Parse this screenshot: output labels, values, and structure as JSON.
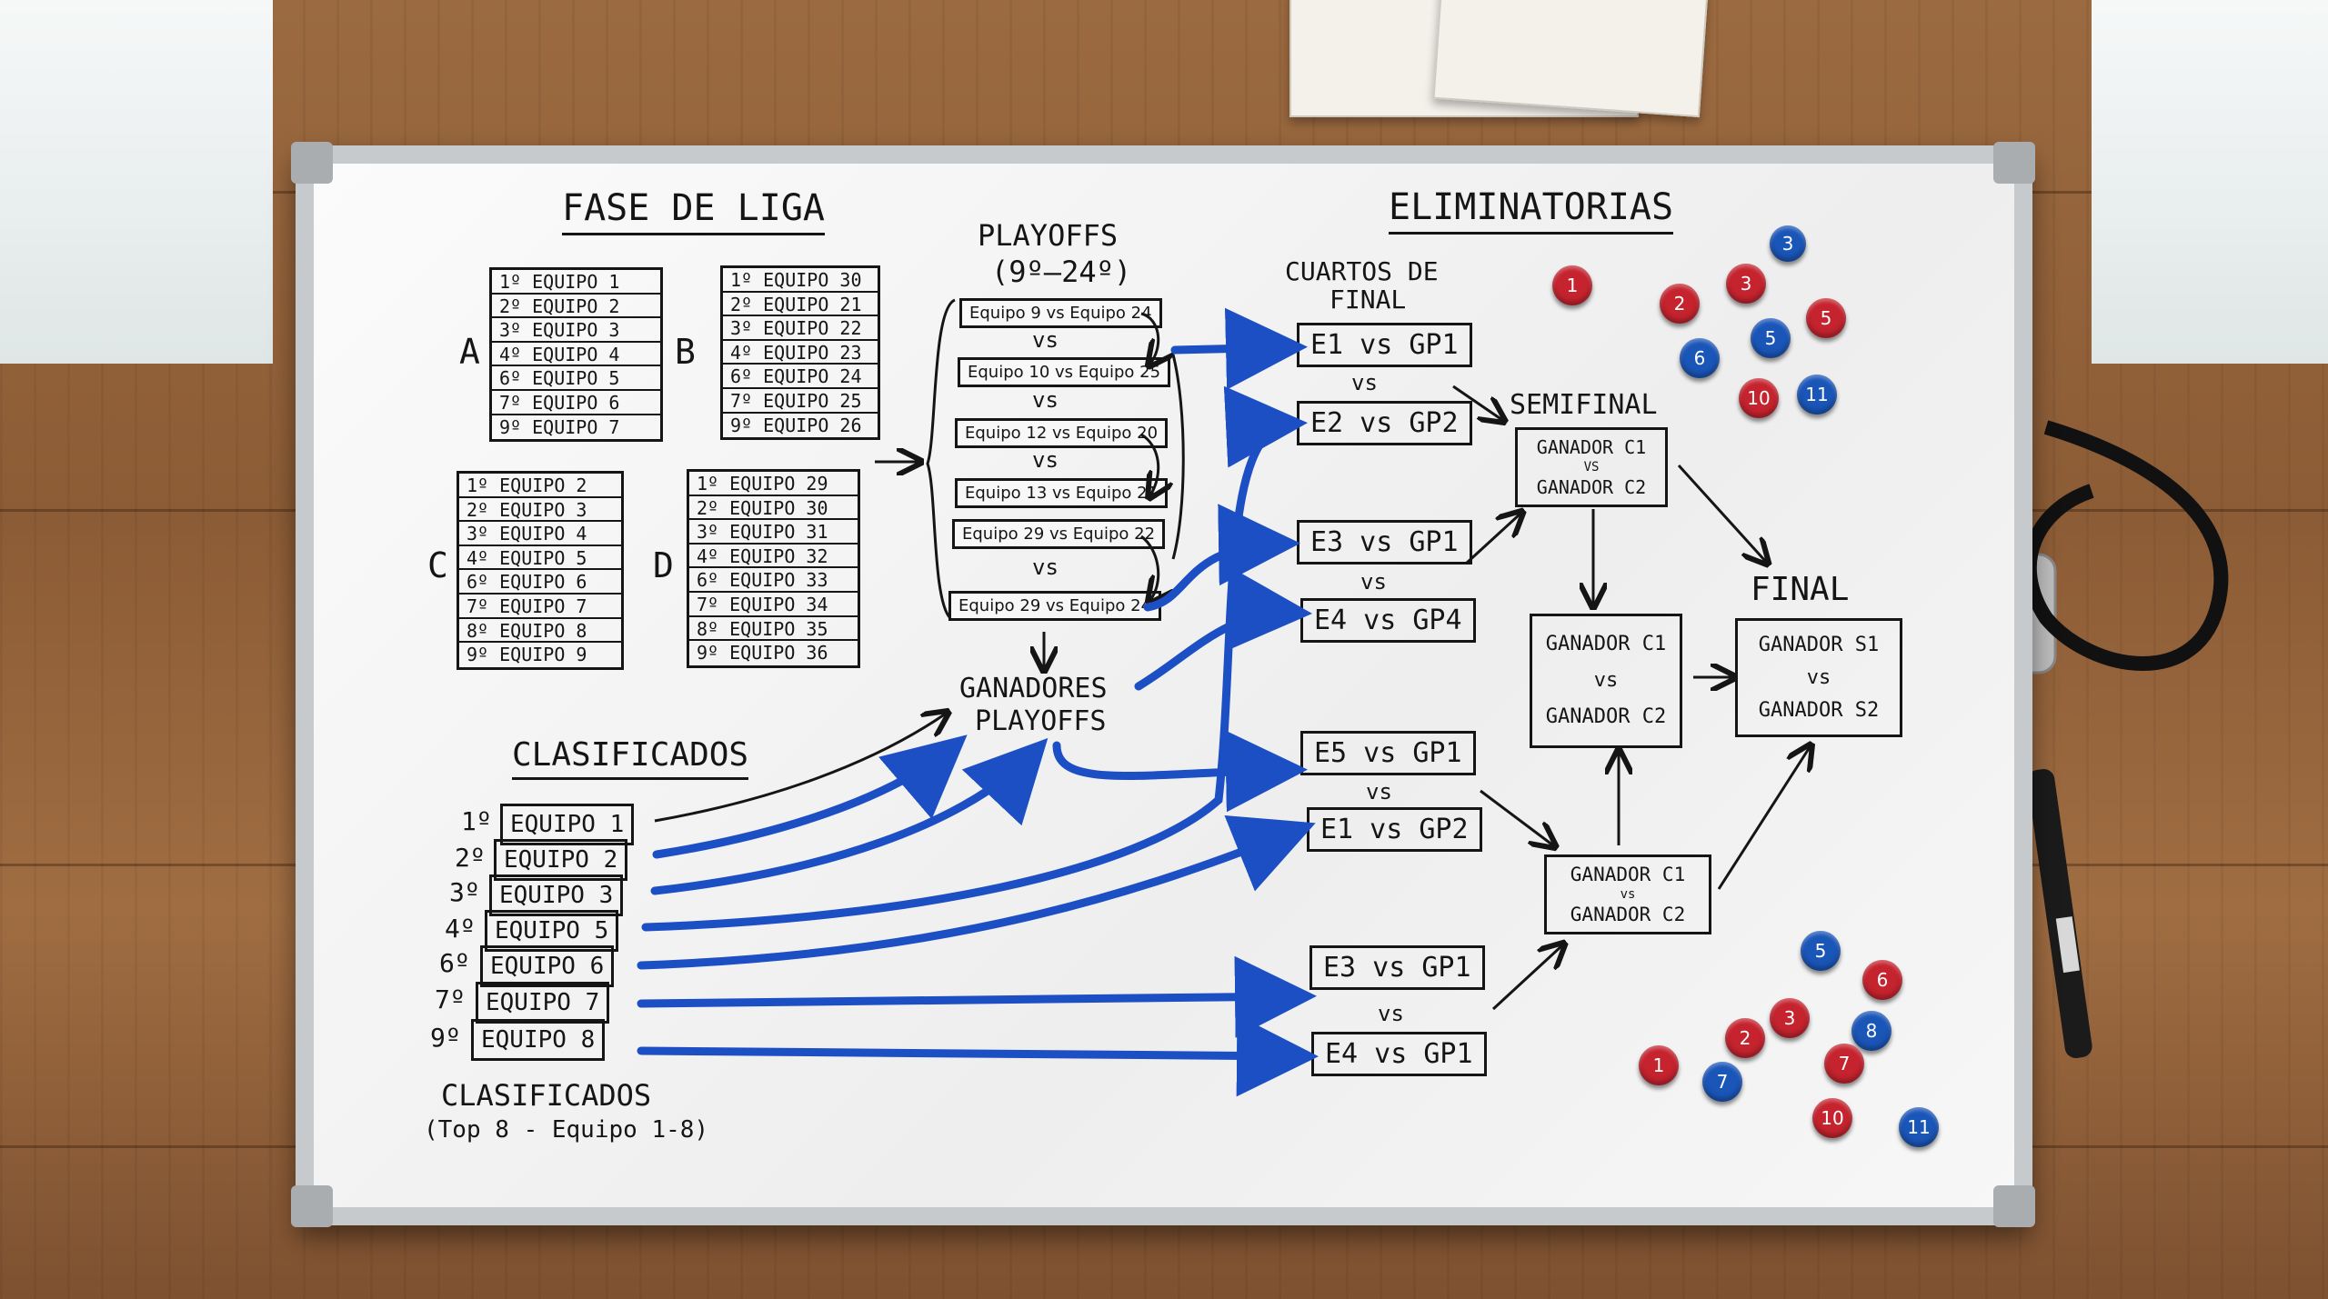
{
  "fase_liga": {
    "title": "FASE DE LIGA",
    "groups": [
      {
        "letter": "A",
        "rows": [
          "1º EQUIPO 1",
          "2º EQUIPO 2",
          "3º EQUIPO 3",
          "4º EQUIPO 4",
          "6º EQUIPO 5",
          "7º EQUIPO 6",
          "9º EQUIPO 7"
        ]
      },
      {
        "letter": "B",
        "rows": [
          "1º EQUIPO 30",
          "2º EQUIPO 21",
          "3º EQUIPO 22",
          "4º EQUIPO 23",
          "6º EQUIPO 24",
          "7º EQUIPO 25",
          "9º EQUIPO 26"
        ]
      },
      {
        "letter": "C",
        "rows": [
          "1º EQUIPO 2",
          "2º EQUIPO 3",
          "3º EQUIPO 4",
          "4º EQUIPO 5",
          "6º EQUIPO 6",
          "7º EQUIPO 7",
          "8º EQUIPO 8",
          "9º EQUIPO 9"
        ]
      },
      {
        "letter": "D",
        "rows": [
          "1º EQUIPO 29",
          "2º EQUIPO 30",
          "3º EQUIPO 31",
          "4º EQUIPO 32",
          "6º EQUIPO 33",
          "7º EQUIPO 34",
          "8º EQUIPO 35",
          "9º EQUIPO 36"
        ]
      }
    ]
  },
  "playoffs": {
    "title": "PLAYOFFS",
    "subtitle": "(9º–24º)",
    "matches": [
      "Equipo 9 vs Equipo 24",
      "Equipo 10 vs Equipo 25",
      "Equipo 12 vs Equipo 20",
      "Equipo 13 vs Equipo 21",
      "Equipo 29 vs Equipo 22",
      "Equipo 29 vs Equipo 24"
    ],
    "vs_label": "vs",
    "winners_line1": "GANADORES",
    "winners_line2": "PLAYOFFS"
  },
  "eliminatorias": {
    "title": "ELIMINATORIAS",
    "cuartos_line1": "CUARTOS DE",
    "cuartos_line2": "FINAL",
    "quarters": [
      [
        "E1 vs GP1",
        "E2 vs GP2"
      ],
      [
        "E3 vs GP1",
        "E4 vs GP4"
      ],
      [
        "E5 vs GP1",
        "E1 vs GP2"
      ],
      [
        "E3 vs GP1",
        "E4 vs GP1"
      ]
    ],
    "semifinal_label": "SEMIFINAL",
    "semi_boxes": [
      {
        "a": "GANADOR C1",
        "vs": "VS",
        "b": "GANADOR C2"
      },
      {
        "a": "GANADOR C1",
        "vs": "vs",
        "b": "GANADOR C2"
      },
      {
        "a": "GANADOR C1",
        "vs": "vs",
        "b": "GANADOR C2"
      }
    ],
    "final_label": "FINAL",
    "final_box": {
      "a": "GANADOR S1",
      "vs": "vs",
      "b": "GANADOR S2"
    }
  },
  "clasificados": {
    "title": "CLASIFICADOS",
    "ranks": [
      "1º",
      "2º",
      "3º",
      "4º",
      "6º",
      "7º",
      "9º"
    ],
    "teams": [
      "EQUIPO 1",
      "EQUIPO 2",
      "EQUIPO 3",
      "EQUIPO 5",
      "EQUIPO 6",
      "EQUIPO 7",
      "EQUIPO 8"
    ],
    "footer_title": "CLASIFICADOS",
    "footer_sub": "(Top 8 - Equipo 1-8)"
  },
  "magnets_top": [
    {
      "n": "1",
      "color": "red"
    },
    {
      "n": "3",
      "color": "blue"
    },
    {
      "n": "2",
      "color": "red"
    },
    {
      "n": "3",
      "color": "red"
    },
    {
      "n": "6",
      "color": "blue"
    },
    {
      "n": "5",
      "color": "blue"
    },
    {
      "n": "5",
      "color": "red"
    },
    {
      "n": "10",
      "color": "red"
    },
    {
      "n": "11",
      "color": "blue"
    }
  ],
  "magnets_bottom": [
    {
      "n": "5",
      "color": "blue"
    },
    {
      "n": "6",
      "color": "red"
    },
    {
      "n": "3",
      "color": "red"
    },
    {
      "n": "2",
      "color": "red"
    },
    {
      "n": "8",
      "color": "blue"
    },
    {
      "n": "1",
      "color": "red"
    },
    {
      "n": "7",
      "color": "blue"
    },
    {
      "n": "7",
      "color": "red"
    },
    {
      "n": "10",
      "color": "red"
    },
    {
      "n": "11",
      "color": "blue"
    }
  ],
  "colors": {
    "marker_blue": "#1c4fc4",
    "marker_black": "#151515",
    "magnet_red": "#c5232e",
    "magnet_blue": "#1a55b8"
  }
}
